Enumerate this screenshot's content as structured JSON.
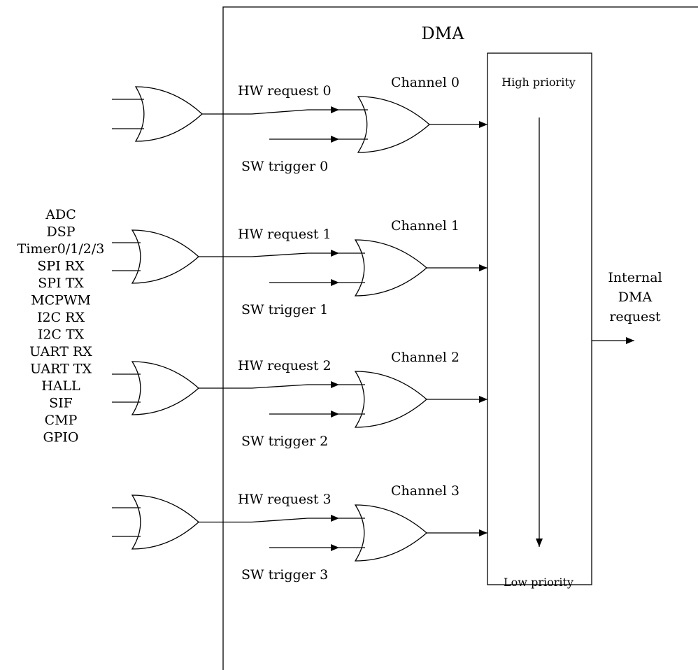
{
  "title": "DMA",
  "sources": [
    "ADC",
    "DSP",
    "Timer0/1/2/3",
    "SPI RX",
    "SPI TX",
    "MCPWM",
    "I2C RX",
    "I2C TX",
    "UART RX",
    "UART TX",
    "HALL",
    "SIF",
    "CMP",
    "GPIO"
  ],
  "channels": [
    {
      "name": "Channel 0",
      "hw": "HW request 0",
      "sw": "SW trigger 0"
    },
    {
      "name": "Channel 1",
      "hw": "HW request 1",
      "sw": "SW trigger 1"
    },
    {
      "name": "Channel 2",
      "hw": "HW request 2",
      "sw": "SW trigger 2"
    },
    {
      "name": "Channel 3",
      "hw": "HW request 3",
      "sw": "SW trigger 3"
    }
  ],
  "arbiter": {
    "high": "High priority",
    "low": "Low priority"
  },
  "output": [
    "Internal",
    "DMA",
    "request"
  ]
}
